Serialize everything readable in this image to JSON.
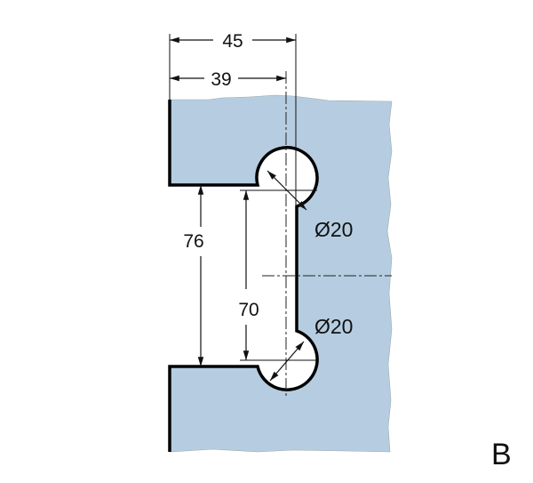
{
  "drawing": {
    "dimensions": {
      "overall_width": "45",
      "inner_width": "39",
      "outer_height": "76",
      "hole_spacing": "70",
      "hole_diameter_upper": "Ø20",
      "hole_diameter_lower": "Ø20"
    },
    "view_label": "B",
    "colors": {
      "fill": "#b6cde1",
      "outline": "#000000",
      "line": "#111111"
    }
  }
}
